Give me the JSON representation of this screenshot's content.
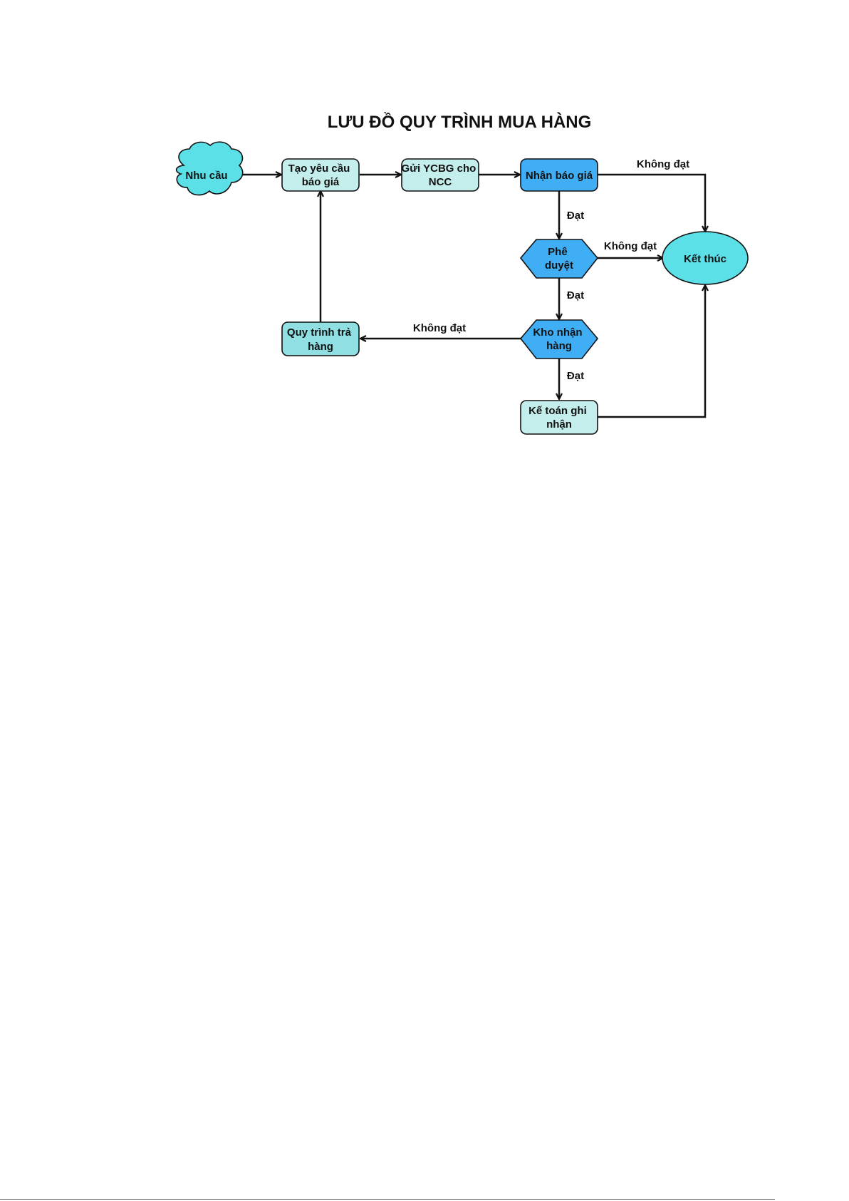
{
  "title": "LƯU ĐỒ QUY TRÌNH MUA HÀNG",
  "colors": {
    "light_node": "#c4eeeb",
    "medium_node": "#8fdfe3",
    "blue_node": "#40aef4",
    "cyan_node": "#5be0e8",
    "stroke": "#111111"
  },
  "nodes": {
    "nhu_cau": {
      "label": [
        "Nhu cầu"
      ],
      "shape": "cloud"
    },
    "tao_yeu_cau": {
      "label": [
        "Tạo yêu cầu",
        "báo giá"
      ],
      "shape": "rounded-rect"
    },
    "gui_ycbg": {
      "label": [
        "Gửi YCBG cho",
        "NCC"
      ],
      "shape": "rounded-rect"
    },
    "nhan_bao_gia": {
      "label": [
        "Nhận báo giá"
      ],
      "shape": "rounded-rect"
    },
    "phe_duyet": {
      "label": [
        "Phê",
        "duyệt"
      ],
      "shape": "hexagon"
    },
    "kho_nhan_hang": {
      "label": [
        "Kho nhận",
        "hàng"
      ],
      "shape": "hexagon"
    },
    "ke_toan": {
      "label": [
        "Kế toán ghi",
        "nhận"
      ],
      "shape": "rounded-rect"
    },
    "quy_trinh_tra_hang": {
      "label": [
        "Quy trình trả",
        "hàng"
      ],
      "shape": "rounded-rect"
    },
    "ket_thuc": {
      "label": [
        "Kết thúc"
      ],
      "shape": "ellipse"
    }
  },
  "edge_labels": {
    "nhan_bao_gia_khong_dat": "Không đạt",
    "nhan_bao_gia_dat": "Đạt",
    "phe_duyet_khong_dat": "Không đạt",
    "phe_duyet_dat": "Đạt",
    "kho_khong_dat": "Không đạt",
    "kho_dat": "Đạt"
  }
}
